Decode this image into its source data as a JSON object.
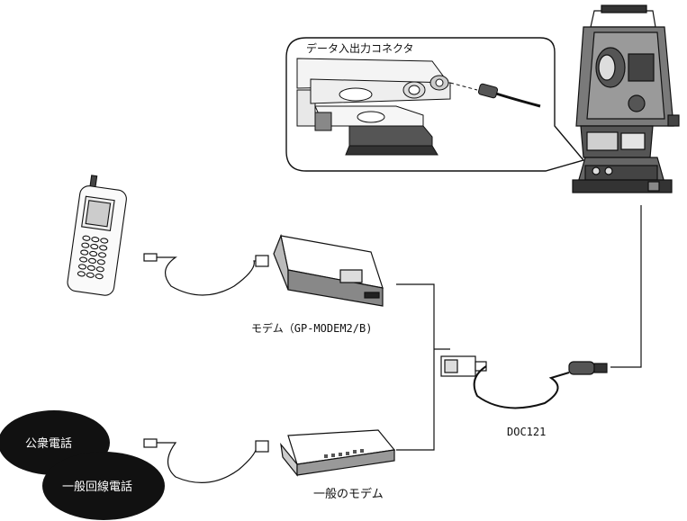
{
  "labels": {
    "connector": "データ入出力コネクタ",
    "modem_gp": "モデム（GP-MODEM2/B)",
    "cable": "DOC121",
    "modem_general": "一般のモデム",
    "public_phone": "公衆電話",
    "general_line_phone": "一般回線電話"
  },
  "icons": {
    "total_station": "total-station-icon",
    "handheld_terminal": "handheld-terminal-icon",
    "gp_modem": "gp-modem-icon",
    "general_modem": "general-modem-icon",
    "cable": "cable-icon"
  }
}
